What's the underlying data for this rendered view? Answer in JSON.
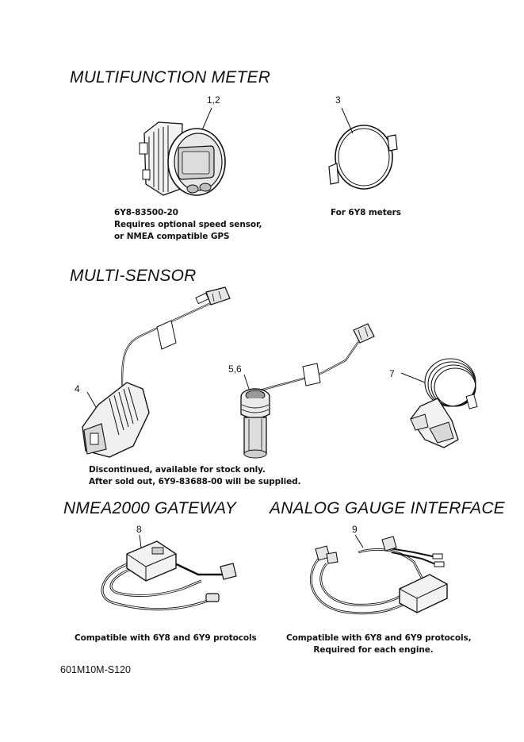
{
  "sections": {
    "multifunction_meter": {
      "title": "MULTIFUNCTION METER",
      "items": [
        {
          "callout": "1,2",
          "note_lines": [
            "6Y8-83500-20",
            "Requires optional speed sensor,",
            "or NMEA compatible GPS"
          ]
        },
        {
          "callout": "3",
          "note_lines": [
            "For 6Y8 meters"
          ]
        }
      ]
    },
    "multi_sensor": {
      "title": "MULTI-SENSOR",
      "callouts": [
        "4",
        "5,6",
        "7"
      ],
      "note_lines": [
        "Discontinued, available for stock only.",
        "After sold out, 6Y9-83688-00 will be supplied."
      ]
    },
    "nmea2000_gateway": {
      "title": "NMEA2000 GATEWAY",
      "callout": "8",
      "note_lines": [
        "Compatible with 6Y8 and 6Y9 protocols"
      ]
    },
    "analog_gauge_interface": {
      "title": "ANALOG GAUGE INTERFACE",
      "callout": "9",
      "note_lines": [
        "Compatible with 6Y8 and 6Y9 protocols,",
        "Required for each engine."
      ]
    }
  },
  "document_code": "601M10M-S120"
}
